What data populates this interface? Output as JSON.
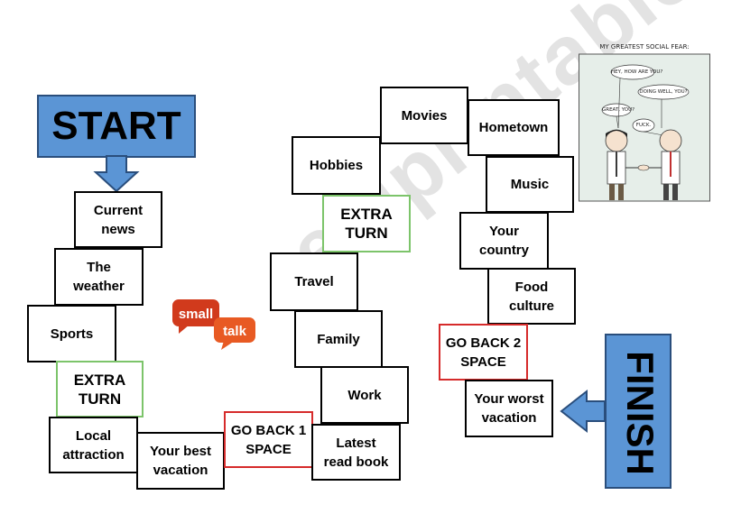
{
  "watermark": "eslprintables.com",
  "start_label": "START",
  "finish_label": "FINISH",
  "logo": {
    "small": "small",
    "talk": "talk",
    "colors": {
      "dark": "#d13a1c",
      "light": "#e85a23"
    }
  },
  "comic": {
    "title": "MY GREATEST SOCIAL FEAR:",
    "lines": [
      "HEY, HOW ARE YOU?",
      "DOING WELL, YOU?",
      "GREAT, YOU?",
      "FUCK."
    ]
  },
  "squares": [
    {
      "line1": "Current",
      "line2": "news"
    },
    {
      "line1": "The",
      "line2": "weather"
    },
    {
      "line1": "Sports",
      "line2": ""
    },
    {
      "line1": "EXTRA",
      "line2": "TURN"
    },
    {
      "line1": "Local",
      "line2": "attraction"
    },
    {
      "line1": "Your best",
      "line2": "vacation"
    },
    {
      "line1": "GO BACK 1",
      "line2": "SPACE"
    },
    {
      "line1": "Latest",
      "line2": "read book"
    },
    {
      "line1": "Work",
      "line2": ""
    },
    {
      "line1": "Family",
      "line2": ""
    },
    {
      "line1": "Travel",
      "line2": ""
    },
    {
      "line1": "EXTRA",
      "line2": "TURN"
    },
    {
      "line1": "Hobbies",
      "line2": ""
    },
    {
      "line1": "Movies",
      "line2": ""
    },
    {
      "line1": "Hometown",
      "line2": ""
    },
    {
      "line1": "Music",
      "line2": ""
    },
    {
      "line1": "Your",
      "line2": "country"
    },
    {
      "line1": "Food",
      "line2": "culture"
    },
    {
      "line1": "GO BACK 2",
      "line2": "SPACE"
    },
    {
      "line1": "Your worst",
      "line2": "vacation"
    }
  ],
  "colors": {
    "arrow_blue": "#5b95d5",
    "green_border": "#7cc46a",
    "red_border": "#d62b2b"
  }
}
